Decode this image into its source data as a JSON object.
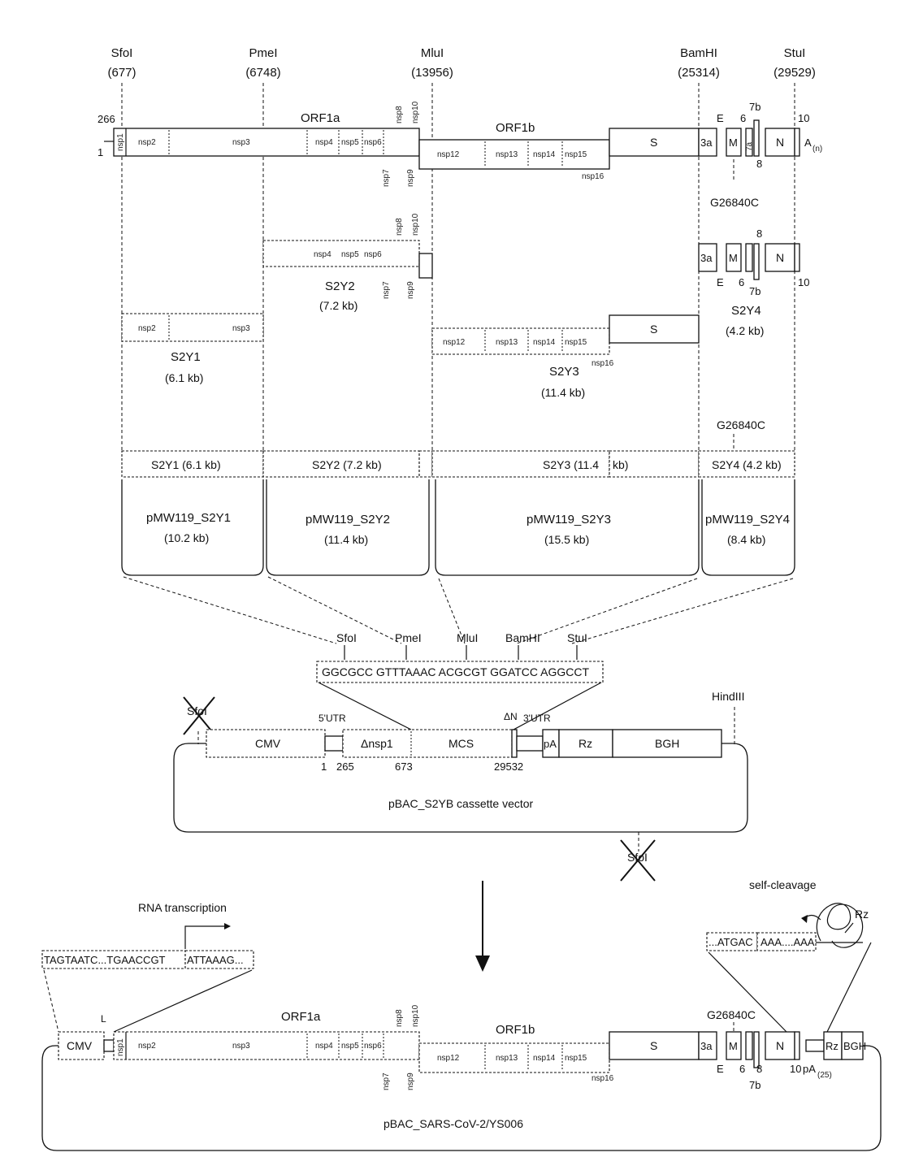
{
  "sites": {
    "sfoi": "SfoI",
    "sfoi_pos": "(677)",
    "pmei": "PmeI",
    "pmei_pos": "(6748)",
    "mlui": "MluI",
    "mlui_pos": "(13956)",
    "bamhi": "BamHI",
    "bamhi_pos": "(25314)",
    "stui": "StuI",
    "stui_pos": "(29529)"
  },
  "genome": {
    "pos_266": "266",
    "pos_1": "1",
    "orf1a": "ORF1a",
    "orf1b": "ORF1b",
    "nsp1": "nsp1",
    "nsp2": "nsp2",
    "nsp3": "nsp3",
    "nsp4": "nsp4",
    "nsp5": "nsp5",
    "nsp6": "nsp6",
    "nsp7": "nsp7",
    "nsp8": "nsp8",
    "nsp9": "nsp9",
    "nsp10": "nsp10",
    "nsp12": "nsp12",
    "nsp13": "nsp13",
    "nsp14": "nsp14",
    "nsp15": "nsp15",
    "nsp16": "nsp16",
    "S": "S",
    "E": "E",
    "M": "M",
    "N": "N",
    "g3a": "3a",
    "g6": "6",
    "g7a": "7a",
    "g7b": "7b",
    "g8": "8",
    "g10": "10",
    "polyA": "A",
    "polyA_sub": "(n)",
    "mutation": "G26840C"
  },
  "fragments": {
    "s2y1": "S2Y1",
    "s2y1_size": "(6.1 kb)",
    "s2y2": "S2Y2",
    "s2y2_size": "(7.2 kb)",
    "s2y3": "S2Y3",
    "s2y3_size": "(11.4 kb)",
    "s2y4": "S2Y4",
    "s2y4_size": "(4.2 kb)",
    "bar1": "S2Y1  (6.1 kb)",
    "bar2": "S2Y2 (7.2 kb)",
    "bar3a": "S2Y3 (11.4",
    "bar3b": "kb)",
    "bar4": "S2Y4 (4.2 kb)",
    "p1": "pMW119_S2Y1",
    "p1_size": "(10.2 kb)",
    "p2": "pMW119_S2Y2",
    "p2_size": "(11.4 kb)",
    "p3": "pMW119_S2Y3",
    "p3_size": "(15.5 kb)",
    "p4": "pMW119_S2Y4",
    "p4_size": "(8.4 kb)"
  },
  "mcs": {
    "sequence": "GGCGCC GTTTAAAC ACGCGT GGATCC AGGCCT",
    "sfoi": "SfoI",
    "pmei": "PmeI",
    "mlui": "MluI",
    "bamhi": "BamHI",
    "stui": "StuI"
  },
  "cassette": {
    "sfoi_crossed": "SfoI",
    "hindiii": "HindIII",
    "utr5": "5'UTR",
    "utr3": "3'UTR",
    "dn": "ΔN",
    "cmv": "CMV",
    "dnsp1": "Δnsp1",
    "mcs": "MCS",
    "pa": "pA",
    "rz": "Rz",
    "bgh": "BGH",
    "n1": "1",
    "n265": "265",
    "n673": "673",
    "n29532": "29532",
    "title": "pBAC_S2YB cassette vector",
    "sfoi_crossed2": "SfoI"
  },
  "final": {
    "rna": "RNA transcription",
    "seq1": "TAGTAATC...TGAACCGT",
    "seq2": "ATTAAAG...",
    "self_cleavage": "self-cleavage",
    "rz": "Rz",
    "seq3": "...ATGAC",
    "seq4": "AAA....AAA",
    "L": "L",
    "cmv": "CMV",
    "rz_box": "Rz",
    "bgh": "BGH",
    "pa": "pA",
    "pa_sub": "(25)",
    "title": "pBAC_SARS-CoV-2/YS006"
  }
}
